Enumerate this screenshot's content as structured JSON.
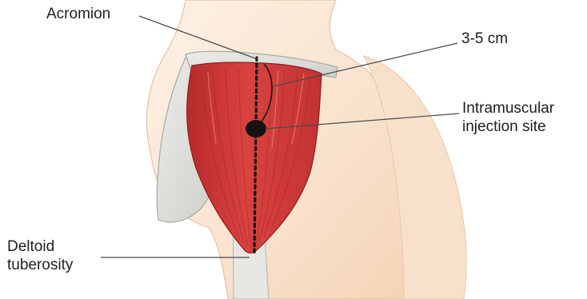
{
  "labels": {
    "acromion": "Acromion",
    "distance": "3-5 cm",
    "injection_site_line1": "Intramuscular",
    "injection_site_line2": "injection site",
    "deltoid_line1": "Deltoid",
    "deltoid_line2": "tuberosity"
  },
  "colors": {
    "muscle": "#d43c3c",
    "muscle_dark": "#a81f22",
    "skin": "#fbe6d3",
    "bone": "#e1e1dc",
    "marker": "#1a1a1a",
    "leader_line": "#555555"
  }
}
